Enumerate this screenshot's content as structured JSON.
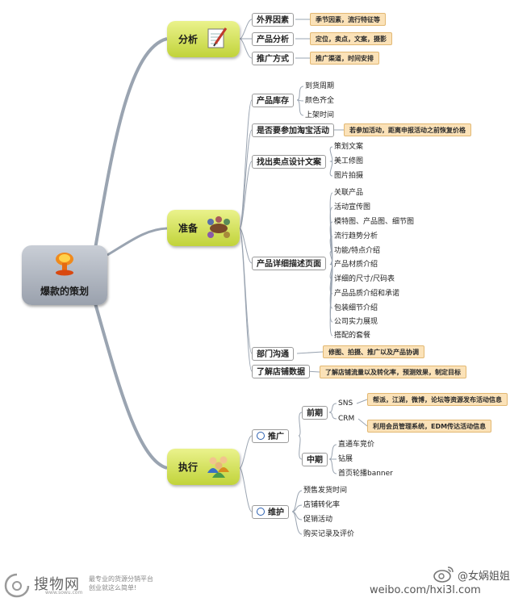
{
  "root": {
    "label": "爆款的策划",
    "icon": "mushroom-cloud-icon"
  },
  "branches": {
    "analysis": {
      "label": "分析",
      "icon": "notepad-pen-icon",
      "topics": [
        {
          "label": "外界因素",
          "note": "季节因素，流行特征等"
        },
        {
          "label": "产品分析",
          "note": "定位，卖点，文案，摄影"
        },
        {
          "label": "推广方式",
          "note": "推广渠道，时间安排"
        }
      ]
    },
    "prepare": {
      "label": "准备",
      "icon": "meeting-table-icon",
      "topics": [
        {
          "label": "产品库存",
          "leaves": [
            "到货周期",
            "颜色齐全",
            "上架时间"
          ]
        },
        {
          "label": "是否要参加淘宝活动",
          "note": "若参加活动，距离申报活动之前恢复价格"
        },
        {
          "label": "找出卖点设计文案",
          "leaves": [
            "策划文案",
            "美工修图",
            "图片拍摄"
          ]
        },
        {
          "label": "产品详细描述页面",
          "leaves": [
            "关联产品",
            "活动宣传图",
            "模特图、产品图、细节图",
            "流行趋势分析",
            "功能/特点介绍",
            "产品材质介绍",
            "详细的尺寸/尺码表",
            "产品品质介绍和承诺",
            "包装细节介绍",
            "公司实力展现",
            "搭配的套餐"
          ]
        },
        {
          "label": "部门沟通",
          "note": "修图、拍摄、推广以及产品协调"
        },
        {
          "label": "了解店铺数据",
          "note": "了解店铺流量以及转化率，预测效果，制定目标"
        }
      ]
    },
    "execute": {
      "label": "执行",
      "icon": "team-people-icon",
      "promote": {
        "label": "推广",
        "early": {
          "label": "前期",
          "items": [
            {
              "label": "SNS",
              "note": "帮派，江湖，微博，论坛等资源发布活动信息"
            },
            {
              "label": "CRM",
              "note": "利用会员管理系统，EDM传达活动信息"
            }
          ]
        },
        "mid": {
          "label": "中期",
          "leaves": [
            "直通车竞价",
            "钻展",
            "首页轮播banner"
          ]
        }
      },
      "maintain": {
        "label": "维护",
        "leaves": [
          "预售发货时间",
          "店铺转化率",
          "促销活动",
          "购买记录及评价"
        ]
      }
    }
  },
  "footer": {
    "brand": "搜物网",
    "brand_sub": "www.sowu.com",
    "slogan_1": "最专业的货源分销平台",
    "slogan_2": "创业就这么简单!",
    "weibo_text": "weibo.com/hxi3l.com",
    "handle": "@女娲姐姐"
  },
  "colors": {
    "main_fill_top": "#eaf28c",
    "main_fill_bottom": "#c1d33a",
    "note_fill": "#fbe2b8",
    "link": "#9aa4b1"
  }
}
